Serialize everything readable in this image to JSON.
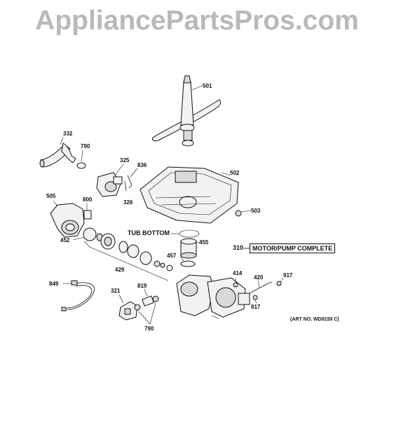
{
  "watermark": "AppliancePartsPros.com",
  "callouts": {
    "c501": "501",
    "c332": "332",
    "c790a": "790",
    "c325": "325",
    "c836": "836",
    "c326": "326",
    "c502": "502",
    "c505": "505",
    "c800": "800",
    "c503": "503",
    "c452": "452",
    "c455": "455",
    "c457": "457",
    "c429": "429",
    "c414": "414",
    "c420": "420",
    "c917": "917",
    "c849": "849",
    "c321": "321",
    "c819": "819",
    "c817": "817",
    "c790b": "790",
    "c310": "310"
  },
  "tub_bottom": "TUB BOTTOM",
  "motor_pump": "MOTOR/PUMP COMPLETE",
  "art_no": "(ART NO. WD8159 C)"
}
